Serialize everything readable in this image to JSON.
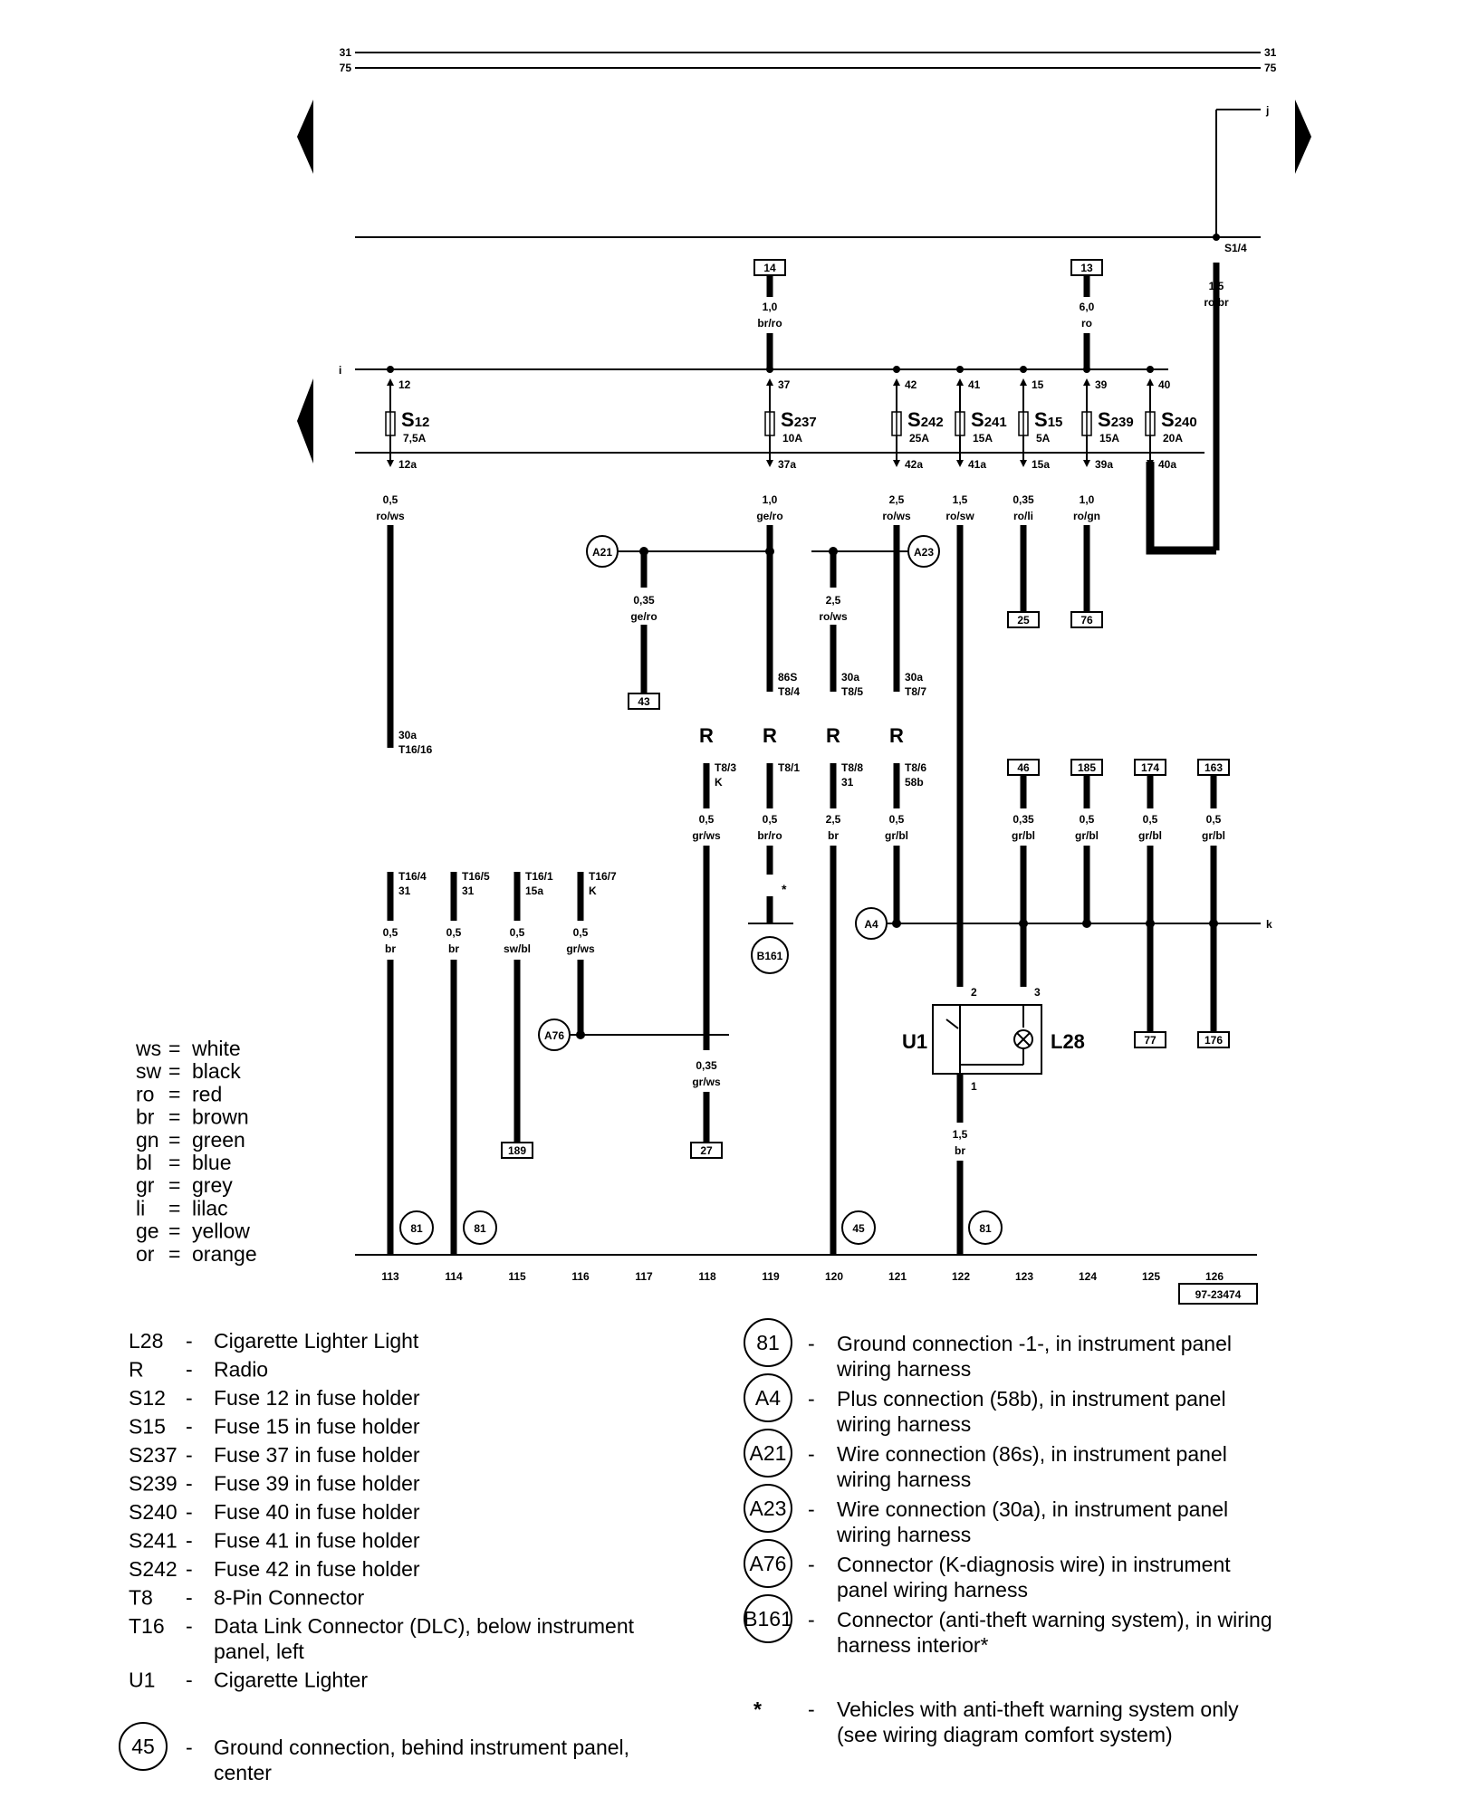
{
  "rails": {
    "top_left": [
      "31",
      "75"
    ],
    "top_right": [
      "31",
      "75"
    ],
    "j": "j",
    "i": "i",
    "k": "k"
  },
  "fuses": [
    {
      "name": "S12",
      "rating": "7,5A",
      "in": "12",
      "out": "12a"
    },
    {
      "name": "S237",
      "rating": "10A",
      "in": "37",
      "out": "37a"
    },
    {
      "name": "S242",
      "rating": "25A",
      "in": "42",
      "out": "42a"
    },
    {
      "name": "S241",
      "rating": "15A",
      "in": "41",
      "out": "41a"
    },
    {
      "name": "S15",
      "rating": "5A",
      "in": "15",
      "out": "15a"
    },
    {
      "name": "S239",
      "rating": "15A",
      "in": "39",
      "out": "39a"
    },
    {
      "name": "S240",
      "rating": "20A",
      "in": "40",
      "out": "40a"
    }
  ],
  "wires": [
    {
      "size": "1,5",
      "color": "ro/br"
    },
    {
      "size": "1,0",
      "color": "br/ro"
    },
    {
      "size": "6,0",
      "color": "ro"
    },
    {
      "size": "0,5",
      "color": "ro/ws"
    },
    {
      "size": "1,0",
      "color": "ge/ro"
    },
    {
      "size": "2,5",
      "color": "ro/ws"
    },
    {
      "size": "1,5",
      "color": "ro/sw"
    },
    {
      "size": "0,35",
      "color": "ro/li"
    },
    {
      "size": "1,0",
      "color": "ro/gn"
    },
    {
      "size": "0,35",
      "color": "ge/ro"
    },
    {
      "size": "2,5",
      "color": "ro/ws"
    },
    {
      "size": "0,5",
      "color": "gr/ws"
    },
    {
      "size": "0,5",
      "color": "br/ro"
    },
    {
      "size": "2,5",
      "color": "br"
    },
    {
      "size": "0,5",
      "color": "gr/bl"
    },
    {
      "size": "0,35",
      "color": "gr/bl"
    },
    {
      "size": "0,5",
      "color": "gr/bl"
    },
    {
      "size": "0,5",
      "color": "gr/bl"
    },
    {
      "size": "0,5",
      "color": "gr/bl"
    },
    {
      "size": "0,5",
      "color": "br"
    },
    {
      "size": "0,5",
      "color": "br"
    },
    {
      "size": "0,5",
      "color": "sw/bl"
    },
    {
      "size": "0,5",
      "color": "gr/ws"
    },
    {
      "size": "0,35",
      "color": "gr/ws"
    },
    {
      "size": "1,5",
      "color": "br"
    }
  ],
  "refs": [
    "14",
    "13",
    "25",
    "76",
    "43",
    "46",
    "185",
    "174",
    "163",
    "77",
    "176",
    "189",
    "27"
  ],
  "connectors": [
    "A21",
    "A23",
    "A4",
    "A76",
    "B161",
    "81",
    "81",
    "45",
    "81"
  ],
  "pins": [
    {
      "a": "S1/4",
      "b": ""
    },
    {
      "a": "30a",
      "b": "T16/16"
    },
    {
      "a": "86S",
      "b": "T8/4"
    },
    {
      "a": "30a",
      "b": "T8/5"
    },
    {
      "a": "30a",
      "b": "T8/7"
    },
    {
      "a": "T8/3",
      "b": "K"
    },
    {
      "a": "T8/1",
      "b": ""
    },
    {
      "a": "T8/8",
      "b": "31"
    },
    {
      "a": "T8/6",
      "b": "58b"
    },
    {
      "a": "T16/4",
      "b": "31"
    },
    {
      "a": "T16/5",
      "b": "31"
    },
    {
      "a": "T16/1",
      "b": "15a"
    },
    {
      "a": "T16/7",
      "b": "K"
    }
  ],
  "radio_letters": [
    "R",
    "R",
    "R",
    "R"
  ],
  "asterisk": "*",
  "component": {
    "u1": "U1",
    "l28": "L28",
    "pin1": "1",
    "pin2": "2",
    "pin3": "3"
  },
  "columns": [
    "113",
    "114",
    "115",
    "116",
    "117",
    "118",
    "119",
    "120",
    "121",
    "122",
    "123",
    "124",
    "125",
    "126"
  ],
  "diagram_id": "97-23474",
  "color_codes": [
    {
      "code": "ws",
      "name": "white"
    },
    {
      "code": "sw",
      "name": "black"
    },
    {
      "code": "ro",
      "name": "red"
    },
    {
      "code": "br",
      "name": "brown"
    },
    {
      "code": "gn",
      "name": "green"
    },
    {
      "code": "bl",
      "name": "blue"
    },
    {
      "code": "gr",
      "name": "grey"
    },
    {
      "code": "li",
      "name": "lilac"
    },
    {
      "code": "ge",
      "name": "yellow"
    },
    {
      "code": "or",
      "name": "orange"
    }
  ],
  "legend_left": [
    {
      "key": "L28",
      "desc": [
        "Cigarette Lighter Light"
      ]
    },
    {
      "key": "R",
      "desc": [
        "Radio"
      ]
    },
    {
      "key": "S12",
      "desc": [
        "Fuse 12 in fuse holder"
      ]
    },
    {
      "key": "S15",
      "desc": [
        "Fuse 15 in fuse holder"
      ]
    },
    {
      "key": "S237",
      "desc": [
        "Fuse 37 in fuse holder"
      ]
    },
    {
      "key": "S239",
      "desc": [
        "Fuse 39 in fuse holder"
      ]
    },
    {
      "key": "S240",
      "desc": [
        "Fuse 40 in fuse holder"
      ]
    },
    {
      "key": "S241",
      "desc": [
        "Fuse 41 in fuse holder"
      ]
    },
    {
      "key": "S242",
      "desc": [
        "Fuse 42 in fuse holder"
      ]
    },
    {
      "key": "T8",
      "desc": [
        "8-Pin Connector"
      ]
    },
    {
      "key": "T16",
      "desc": [
        "Data Link Connector (DLC), below instrument",
        "panel, left"
      ]
    },
    {
      "key": "U1",
      "desc": [
        "Cigarette Lighter"
      ]
    }
  ],
  "legend_ground": {
    "key": "45",
    "desc": [
      "Ground connection, behind instrument panel,",
      "center"
    ]
  },
  "legend_right": [
    {
      "key": "81",
      "desc": [
        "Ground connection -1-, in instrument panel",
        "wiring harness"
      ]
    },
    {
      "key": "A4",
      "desc": [
        "Plus connection (58b), in instrument panel",
        "wiring harness"
      ]
    },
    {
      "key": "A21",
      "desc": [
        "Wire connection (86s), in instrument panel",
        "wiring harness"
      ]
    },
    {
      "key": "A23",
      "desc": [
        "Wire connection (30a), in instrument panel",
        "wiring harness"
      ]
    },
    {
      "key": "A76",
      "desc": [
        "Connector (K-diagnosis wire) in instrument",
        "panel wiring harness"
      ]
    },
    {
      "key": "B161",
      "desc": [
        "Connector (anti-theft warning system), in wiring",
        "harness interior*"
      ]
    }
  ],
  "legend_note": {
    "key": "*",
    "desc": [
      "Vehicles with anti-theft warning system only",
      "(see wiring diagram comfort system)"
    ]
  },
  "separator": "-",
  "equals": "="
}
